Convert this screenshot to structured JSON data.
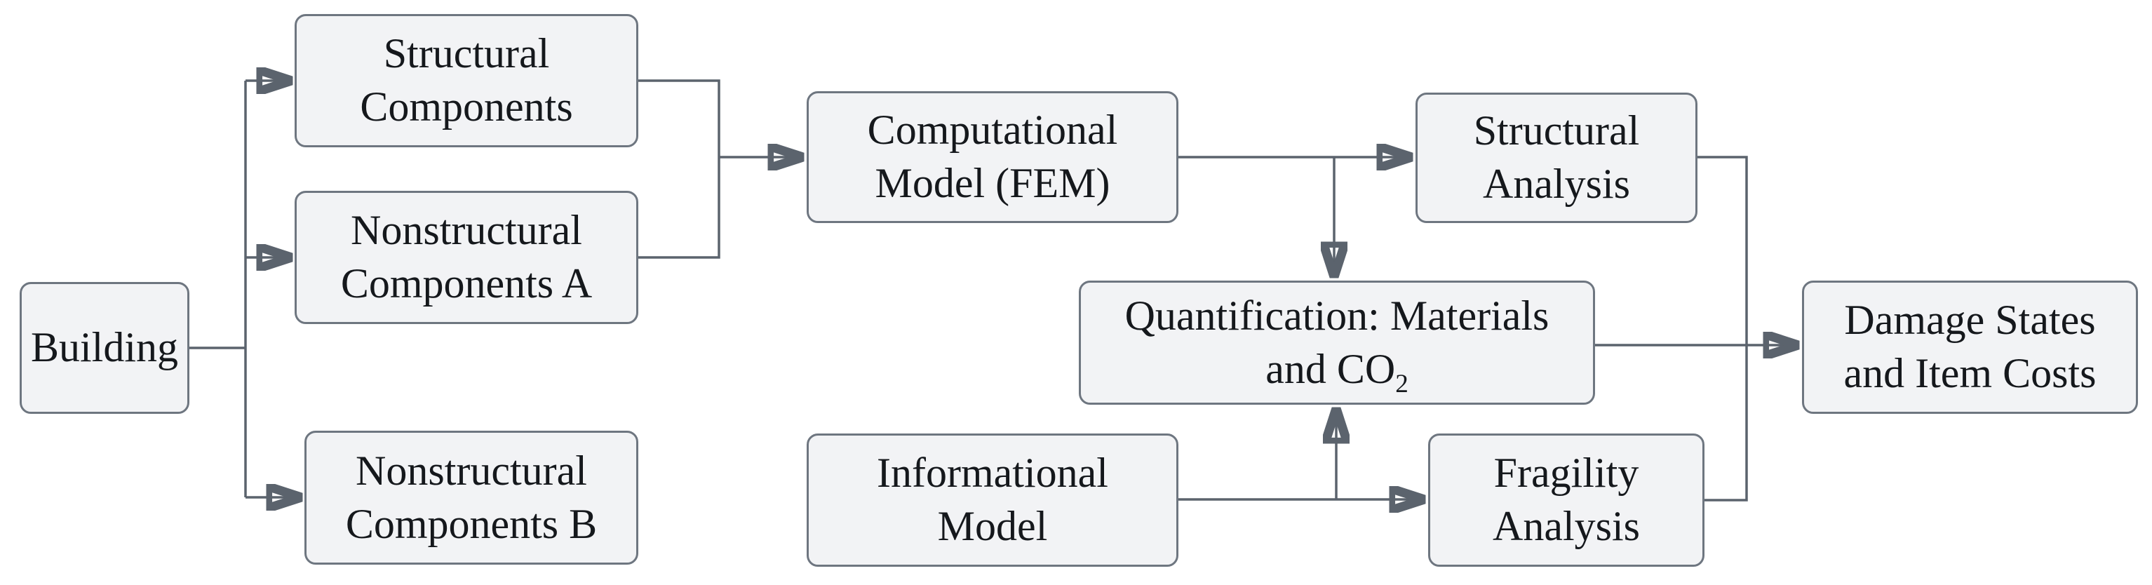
{
  "diagram": {
    "type": "flowchart",
    "background_color": "#ffffff",
    "node_fill_color": "#f2f3f5",
    "node_border_color": "#6e7680",
    "connector_color": "#5b636d",
    "arrowhead_color": "#2d3744",
    "nodes": {
      "building": {
        "lines": [
          "Building"
        ]
      },
      "structural_components": {
        "lines": [
          "Structural",
          "Components"
        ]
      },
      "nonstructural_components_a": {
        "lines": [
          "Nonstructural",
          "Components A"
        ]
      },
      "nonstructural_components_b": {
        "lines": [
          "Nonstructural",
          "Components B"
        ]
      },
      "computational_model": {
        "lines": [
          "Computational",
          "Model (FEM)"
        ]
      },
      "informational_model": {
        "lines": [
          "Informational",
          "Model"
        ]
      },
      "quantification": {
        "lines": [
          "Quantification: Materials"
        ],
        "line2_prefix": "and CO",
        "line2_subscript": "2"
      },
      "structural_analysis": {
        "lines": [
          "Structural",
          "Analysis"
        ]
      },
      "fragility_analysis": {
        "lines": [
          "Fragility",
          "Analysis"
        ]
      },
      "damage_states": {
        "lines": [
          "Damage States",
          "and Item Costs"
        ]
      }
    },
    "edges": [
      {
        "from": "building",
        "to": "structural_components"
      },
      {
        "from": "building",
        "to": "nonstructural_components_a"
      },
      {
        "from": "building",
        "to": "nonstructural_components_b"
      },
      {
        "from": "structural_components",
        "to": "computational_model"
      },
      {
        "from": "nonstructural_components_a",
        "to": "computational_model"
      },
      {
        "from": "nonstructural_components_b",
        "to": "informational_model"
      },
      {
        "from": "computational_model",
        "to": "structural_analysis"
      },
      {
        "from": "computational_model",
        "to": "quantification"
      },
      {
        "from": "informational_model",
        "to": "fragility_analysis"
      },
      {
        "from": "informational_model",
        "to": "quantification"
      },
      {
        "from": "quantification",
        "to": "damage_states"
      },
      {
        "from": "structural_analysis",
        "to": "damage_states"
      },
      {
        "from": "fragility_analysis",
        "to": "damage_states"
      }
    ]
  }
}
